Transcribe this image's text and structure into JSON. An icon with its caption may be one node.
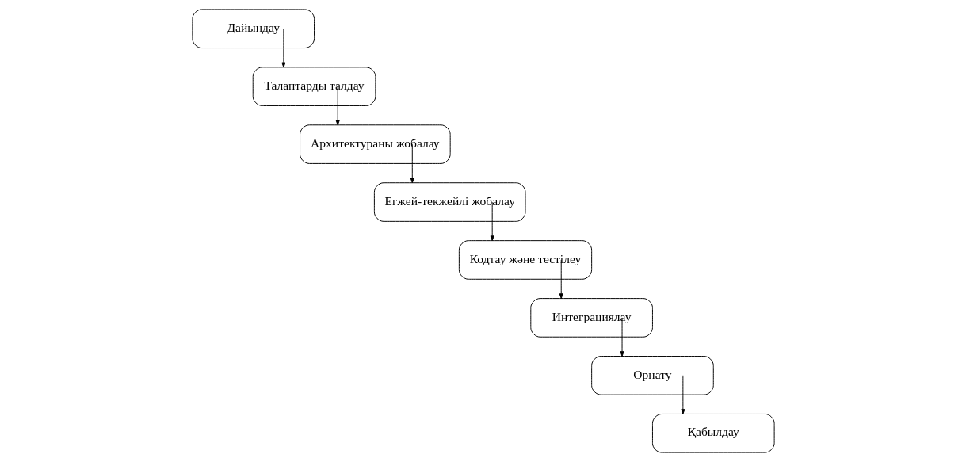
{
  "diagram": {
    "nodes": [
      {
        "text": [
          "Дайындау"
        ]
      },
      {
        "text": [
          "Талаптарды талдау"
        ]
      },
      {
        "text": [
          "Архитектураны жобалау"
        ]
      },
      {
        "text": [
          "Егжей-текжейлі жобалау"
        ]
      },
      {
        "text": [
          "Кодтау және тестілеу"
        ]
      },
      {
        "text": [
          "Интеграциялау"
        ]
      },
      {
        "text": [
          "Орнату"
        ]
      },
      {
        "text": [
          "Қабылдау"
        ]
      }
    ],
    "edges": [
      {
        "from": 0,
        "to": 1,
        "arrow": "to"
      },
      {
        "from": 1,
        "to": 2,
        "arrow": "to"
      },
      {
        "from": 2,
        "to": 3,
        "arrow": "to"
      },
      {
        "from": 3,
        "to": 4,
        "arrow": "to"
      },
      {
        "from": 4,
        "to": 5,
        "arrow": "to"
      },
      {
        "from": 5,
        "to": 6,
        "arrow": "to"
      },
      {
        "from": 6,
        "to": 7,
        "arrow": "to"
      }
    ]
  }
}
